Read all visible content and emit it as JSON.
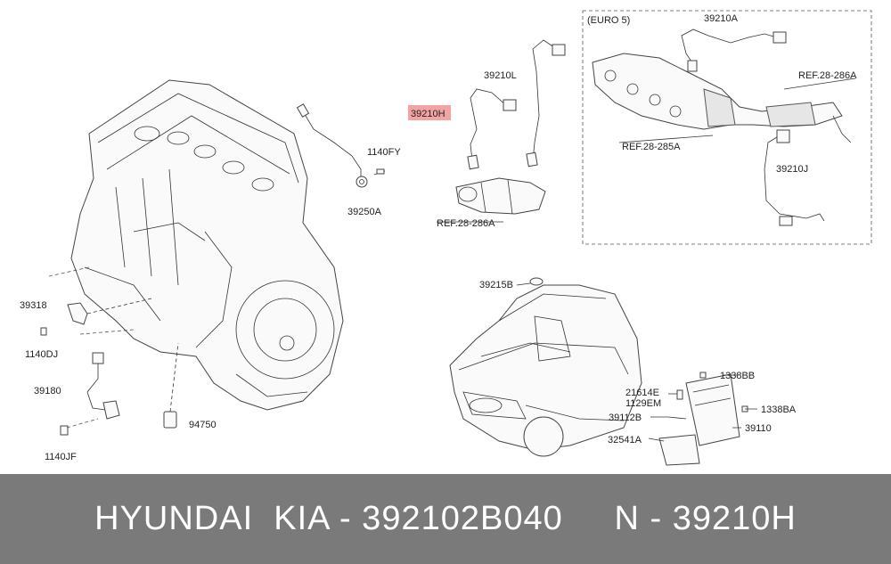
{
  "diagram": {
    "euro_box_title": "(EURO 5)",
    "labels": {
      "p39210A": "39210A",
      "ref286a_top": "REF.28-286A",
      "ref285a": "REF.28-285A",
      "p39210J": "39210J",
      "p39210L": "39210L",
      "p39210H": "39210H",
      "ref286a_mid": "REF.28-286A",
      "p1140FY": "1140FY",
      "p39250A": "39250A",
      "p39318": "39318",
      "p1140DJ": "1140DJ",
      "p39180": "39180",
      "p94750": "94750",
      "p1140JF": "1140JF",
      "p39215B": "39215B",
      "p1338BB": "1338BB",
      "p21614E": "21614E",
      "p1129EM": "1129EM",
      "p1338BA": "1338BA",
      "p39112B": "39112B",
      "p39110": "39110",
      "p32541A": "32541A"
    },
    "highlight_color": "#f3a3a3"
  },
  "footer": {
    "brand": "HYUNDAI  KIA - 392102B040",
    "oem": "N - 39210H"
  }
}
